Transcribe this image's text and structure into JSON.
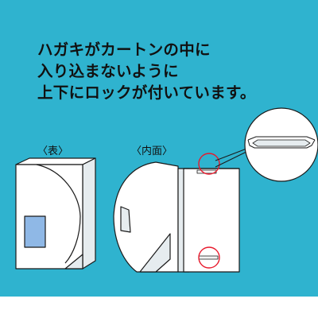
{
  "headline": {
    "line1": "ハガキがカートンの中に",
    "line2": "入り込まないように",
    "line3": "上下にロックが付いています。"
  },
  "labels": {
    "front": "〈表〉",
    "inner": "〈内面〉"
  },
  "colors": {
    "background": "#2fb3cf",
    "highlight_circle": "#e8192c",
    "card_window": "#8fb8e6",
    "outline": "#1a1a1a",
    "card_face": "#ffffff"
  }
}
